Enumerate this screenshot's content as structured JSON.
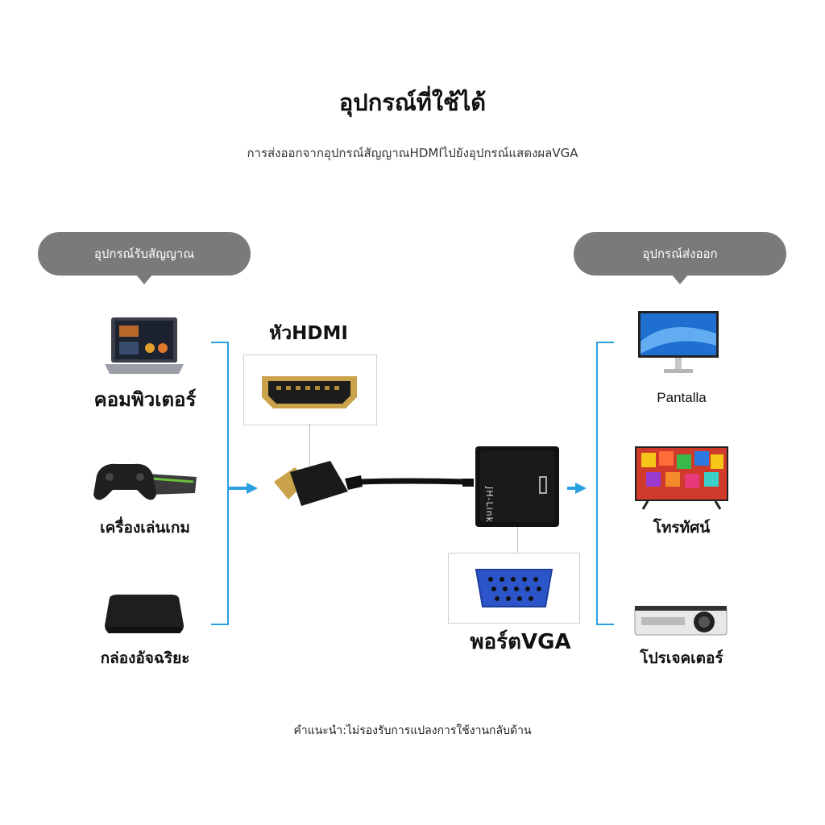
{
  "title": "อุปกรณ์ที่ใช้ได้",
  "subtitle": "การส่งออกจากอุปกรณ์สัญญาณHDMIไปยังอุปกรณ์แสดงผลVGA",
  "input_group": {
    "label": "อุปกรณ์รับสัญญาณ",
    "devices": [
      {
        "label": "คอมพิวเตอร์",
        "icon": "laptop-icon"
      },
      {
        "label": "เครื่องเล่นเกม",
        "icon": "game-controller-icon"
      },
      {
        "label": "กล่องอัจฉริยะ",
        "icon": "tv-box-icon"
      }
    ]
  },
  "output_group": {
    "label": "อุปกรณ์ส่งออก",
    "devices": [
      {
        "label": "Pantalla",
        "icon": "monitor-icon"
      },
      {
        "label": "โทรทัศน์",
        "icon": "tv-icon"
      },
      {
        "label": "โปรเจคเตอร์",
        "icon": "projector-icon"
      }
    ]
  },
  "adapter": {
    "hdmi_label": "หัวHDMI",
    "vga_label": "พอร์ตVGA",
    "brand": "JH-Link"
  },
  "note": "คำแนะนำ:ไม่รองรับการแปลงการใช้งานกลับด้าน",
  "colors": {
    "accent": "#2aa0e0",
    "bubble": "#7a7a7a",
    "vga_blue": "#2b55c8",
    "hdmi_gold": "#c9a24a"
  }
}
